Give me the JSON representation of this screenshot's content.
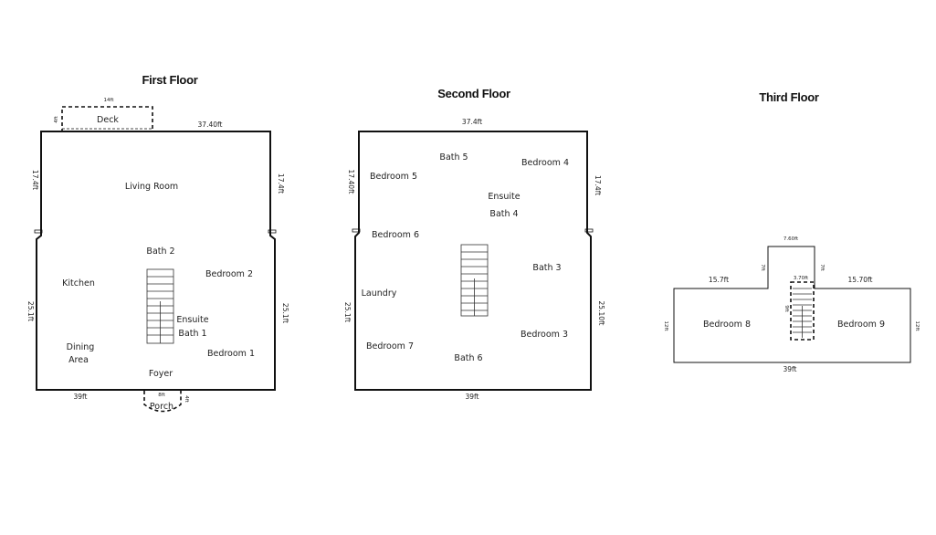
{
  "floors": {
    "first": {
      "title": "First Floor",
      "rooms": {
        "living_room": "Living Room",
        "bath2": "Bath 2",
        "kitchen": "Kitchen",
        "bedroom2": "Bedroom 2",
        "ensuite": "Ensuite",
        "bath1": "Bath 1",
        "dining": "Dining",
        "area": "Area",
        "bedroom1": "Bedroom 1",
        "foyer": "Foyer",
        "deck": "Deck",
        "porch": "Porch"
      },
      "dims": {
        "top": "37.40ft",
        "left_upper": "17.4ft",
        "right_upper": "17.4ft",
        "left_lower": "25.1ft",
        "right_lower": "25.1ft",
        "bottom": "39ft",
        "deck_top": "14ft",
        "deck_side": "4ft",
        "porch_top": "8ft",
        "porch_side": "4ft"
      }
    },
    "second": {
      "title": "Second Floor",
      "rooms": {
        "bath5": "Bath 5",
        "bedroom4": "Bedroom 4",
        "bedroom5": "Bedroom 5",
        "ensuite": "Ensuite",
        "bath4": "Bath 4",
        "bedroom6": "Bedroom 6",
        "bath3": "Bath 3",
        "laundry": "Laundry",
        "bedroom7": "Bedroom 7",
        "bedroom3": "Bedroom 3",
        "bath6": "Bath 6"
      },
      "dims": {
        "top": "37.4ft",
        "left_upper": "17.40ft",
        "right_upper": "17.4ft",
        "left_lower": "25.1ft",
        "right_lower": "25.10ft",
        "bottom": "39ft"
      }
    },
    "third": {
      "title": "Third Floor",
      "rooms": {
        "bedroom8": "Bedroom 8",
        "bedroom9": "Bedroom 9"
      },
      "dims": {
        "top_center": "7.60ft",
        "top_left": "15.7ft",
        "top_right": "15.70ft",
        "stair_top": "3.70ft",
        "riser_left": "7ft",
        "riser_right": "7ft",
        "stair_side": "9ft",
        "left": "12ft",
        "right": "12ft",
        "bottom": "39ft"
      }
    }
  }
}
